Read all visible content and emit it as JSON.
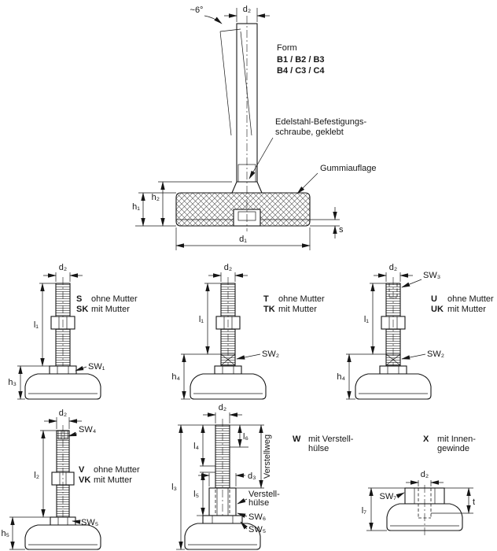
{
  "colors": {
    "line": "#161616",
    "background": "#ffffff"
  },
  "main": {
    "angle_label": "~6°",
    "dim_d2": "d₂",
    "form_title": "Form",
    "form_line1": "B1 / B2 / B3",
    "form_line2": "B4 / C3 / C4",
    "screw_label_1": "Edelstahl-Befestigungs-",
    "screw_label_2": "schraube, geklebt",
    "rubber_label": "Gummiauflage",
    "dim_h2": "h₂",
    "dim_h1": "h₁",
    "dim_s": "s",
    "dim_d1": "d₁"
  },
  "fig_s": {
    "dim_d2": "d₂",
    "code1": "S",
    "desc1": "ohne Mutter",
    "code2": "SK",
    "desc2": "mit Mutter",
    "dim_l1": "l₁",
    "sw1": "SW₁",
    "dim_h3": "h₃"
  },
  "fig_t": {
    "dim_d2": "d₂",
    "code1": "T",
    "desc1": "ohne Mutter",
    "code2": "TK",
    "desc2": "mit Mutter",
    "dim_l1": "l₁",
    "sw2": "SW₂",
    "dim_h4": "h₄"
  },
  "fig_u": {
    "dim_d2": "d₂",
    "sw3": "SW₃",
    "code1": "U",
    "desc1": "ohne Mutter",
    "code2": "UK",
    "desc2": "mit Mutter",
    "dim_l1": "l₁",
    "sw2": "SW₂",
    "dim_h4": "h₄"
  },
  "fig_v": {
    "dim_d2": "d₂",
    "sw4": "SW₄",
    "code1": "V",
    "desc1": "ohne Mutter",
    "code2": "VK",
    "desc2": "mit Mutter",
    "dim_l2": "l₂",
    "sw5": "SW₅",
    "dim_h5": "h₅"
  },
  "fig_w": {
    "dim_d2": "d₂",
    "dim_l6": "l₆",
    "dim_l4": "l₄",
    "dim_d3": "d₃",
    "travel_label": "Verstellweg",
    "dim_l3": "l₃",
    "dim_l5": "l₅",
    "sleeve_label_1": "Verstell-",
    "sleeve_label_2": "hülse",
    "sw6": "SW₆",
    "sw5": "SW₅",
    "code": "W",
    "desc1": "mit Verstell-",
    "desc2": "hülse"
  },
  "fig_x": {
    "code": "X",
    "desc1": "mit Innen-",
    "desc2": "gewinde",
    "sw7": "SW₇",
    "dim_d2": "d₂",
    "dim_t": "t",
    "dim_l7": "l₇"
  }
}
